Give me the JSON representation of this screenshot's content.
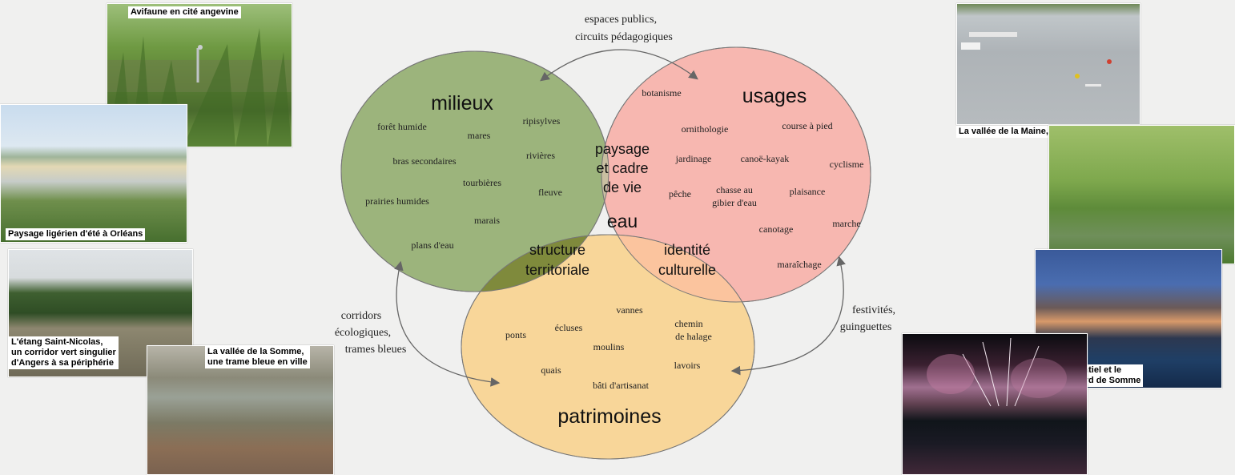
{
  "diagram": {
    "top_note": [
      "espaces publics,",
      "circuits pédagogiques"
    ],
    "left_note": [
      "corridors",
      "écologiques,",
      "trames bleues"
    ],
    "right_note": [
      "festivités,",
      "guinguettes"
    ],
    "circles": {
      "milieux": {
        "title": "milieux",
        "color": "#9cb47c",
        "items": [
          "forêt humide",
          "mares",
          "ripisylves",
          "bras secondaires",
          "rivières",
          "tourbières",
          "fleuve",
          "prairies humides",
          "marais",
          "plans d'eau"
        ]
      },
      "usages": {
        "title": "usages",
        "color": "#f7b7b0",
        "items": [
          "botanisme",
          "ornithologie",
          "course à pied",
          "jardinage",
          "canoë-kayak",
          "cyclisme",
          "pêche",
          "chasse au",
          "gibier d'eau",
          "plaisance",
          "canotage",
          "marche",
          "maraîchage"
        ]
      },
      "patrimoines": {
        "title": "patrimoines",
        "color": "#f8d699",
        "items": [
          "vannes",
          "chemin",
          "de halage",
          "ponts",
          "écluses",
          "moulins",
          "lavoirs",
          "quais",
          "bâti d'artisanat"
        ]
      }
    },
    "intersections": {
      "paysage": [
        "paysage",
        "et cadre",
        "de vie"
      ],
      "eau": "eau",
      "structure": [
        "structure",
        "territoriale"
      ],
      "identite": [
        "identité",
        "culturelle"
      ]
    }
  },
  "photos": [
    {
      "caption": [
        "Avifaune en cité angevine"
      ]
    },
    {
      "caption": [
        "Paysage ligérien d'été à Orléans"
      ]
    },
    {
      "caption": [
        "L'étang Saint-Nicolas,",
        "un corridor vert singulier",
        "d'Angers à sa périphérie"
      ]
    },
    {
      "caption": [
        "La vallée de la Somme,",
        "une trame bleue en ville"
      ]
    },
    {
      "caption": [
        "La vallée de la Maine, un dialogue avec la nature"
      ]
    },
    {
      "caption": []
    },
    {
      "caption": [
        "L'événementiel et le",
        "festif en bord de Somme"
      ]
    },
    {
      "caption": []
    }
  ]
}
